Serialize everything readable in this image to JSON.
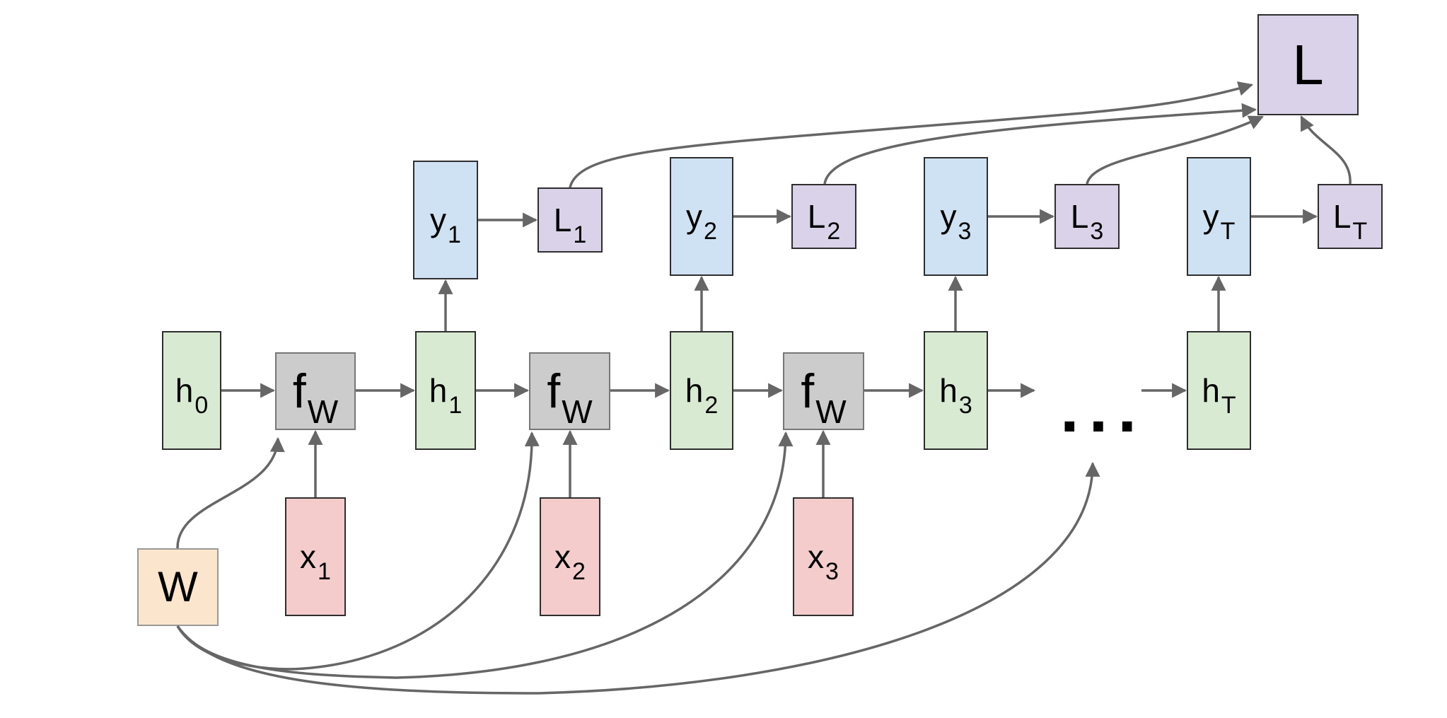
{
  "nodes": {
    "h0": {
      "main": "h",
      "sub": "0"
    },
    "h1": {
      "main": "h",
      "sub": "1"
    },
    "h2": {
      "main": "h",
      "sub": "2"
    },
    "h3": {
      "main": "h",
      "sub": "3"
    },
    "hT": {
      "main": "h",
      "sub": "T"
    },
    "fw1": {
      "main": "f",
      "sub": "W"
    },
    "fw2": {
      "main": "f",
      "sub": "W"
    },
    "fw3": {
      "main": "f",
      "sub": "W"
    },
    "x1": {
      "main": "x",
      "sub": "1"
    },
    "x2": {
      "main": "x",
      "sub": "2"
    },
    "x3": {
      "main": "x",
      "sub": "3"
    },
    "y1": {
      "main": "y",
      "sub": "1"
    },
    "y2": {
      "main": "y",
      "sub": "2"
    },
    "y3": {
      "main": "y",
      "sub": "3"
    },
    "yT": {
      "main": "y",
      "sub": "T"
    },
    "L1": {
      "main": "L",
      "sub": "1"
    },
    "L2": {
      "main": "L",
      "sub": "2"
    },
    "L3": {
      "main": "L",
      "sub": "3"
    },
    "LT": {
      "main": "L",
      "sub": "T"
    },
    "L": {
      "main": "L"
    },
    "W": {
      "main": "W"
    }
  },
  "ellipsis": "...",
  "colors": {
    "hidden_state": "#d9ead3",
    "function": "#cccccc",
    "output": "#cfe2f3",
    "loss": "#d9d2e9",
    "input": "#f4cccc",
    "weights": "#fce5cd",
    "arrow": "#666666"
  }
}
